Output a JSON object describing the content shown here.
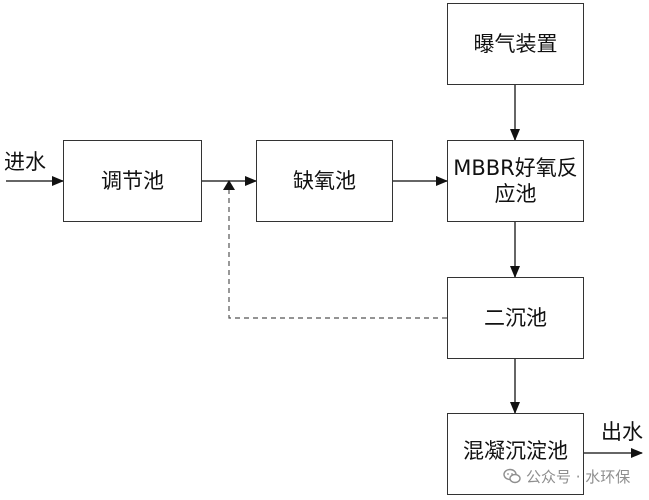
{
  "diagram": {
    "nodes": [
      {
        "id": "tiaojie",
        "label": "调节池"
      },
      {
        "id": "queyang",
        "label": "缺氧池"
      },
      {
        "id": "baoqi",
        "label": "曝气装置"
      },
      {
        "id": "mbbr",
        "label_line1": "MBBR好氧反",
        "label_line2": "应池"
      },
      {
        "id": "erchen",
        "label": "二沉池"
      },
      {
        "id": "hunning",
        "label": "混凝沉淀池"
      }
    ],
    "inlet_label": "进水",
    "outlet_label": "出水",
    "edges": [
      {
        "from": "inlet",
        "to": "tiaojie",
        "style": "solid"
      },
      {
        "from": "tiaojie",
        "to": "queyang",
        "style": "solid"
      },
      {
        "from": "queyang",
        "to": "mbbr",
        "style": "solid"
      },
      {
        "from": "baoqi",
        "to": "mbbr",
        "style": "solid"
      },
      {
        "from": "mbbr",
        "to": "erchen",
        "style": "solid"
      },
      {
        "from": "erchen",
        "to": "hunning",
        "style": "solid"
      },
      {
        "from": "hunning",
        "to": "outlet",
        "style": "solid"
      },
      {
        "from": "erchen",
        "to": "tiaojie-queyang-line",
        "style": "dashed"
      }
    ]
  },
  "watermark": {
    "text": "公众号 · 水环保",
    "icon": "wechat-icon"
  },
  "colors": {
    "line": "#333333",
    "dashed_line": "#555555",
    "watermark": "#8f8f8f"
  }
}
